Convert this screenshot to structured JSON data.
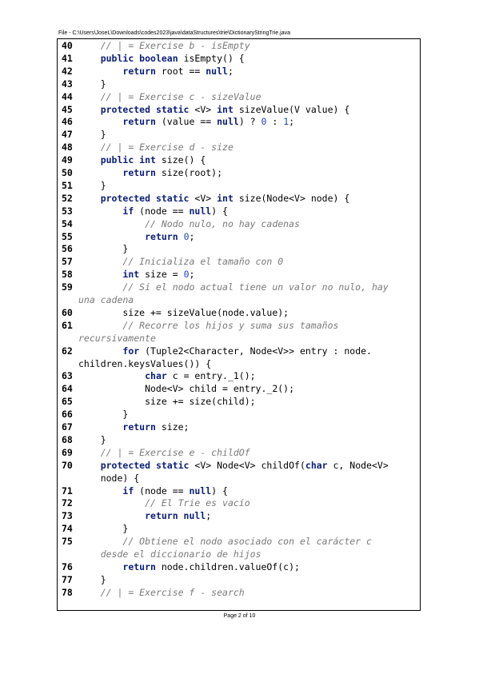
{
  "header": {
    "file_path": "File - C:\\Users\\JoseL\\Downloads\\codes2023\\java\\dataStructures\\trie\\DictionaryStringTrie.java"
  },
  "footer": {
    "page": "Page 2 of 10"
  },
  "colors": {
    "keyword": "#0b1e7a",
    "comment": "#7a7a7a",
    "number": "#1f44c4",
    "text": "#000000"
  },
  "lines": [
    {
      "num": "40",
      "segs": [
        [
          "    ",
          ""
        ],
        [
          "// | = Exercise b - isEmpty",
          "cm"
        ]
      ]
    },
    {
      "num": "41",
      "segs": [
        [
          "    ",
          ""
        ],
        [
          "public boolean",
          "kw"
        ],
        [
          " isEmpty() {",
          ""
        ]
      ]
    },
    {
      "num": "42",
      "segs": [
        [
          "        ",
          ""
        ],
        [
          "return",
          "kw"
        ],
        [
          " root == ",
          ""
        ],
        [
          "null",
          "kw"
        ],
        [
          ";",
          ""
        ]
      ]
    },
    {
      "num": "43",
      "segs": [
        [
          "    }",
          ""
        ]
      ]
    },
    {
      "num": "44",
      "segs": [
        [
          "    ",
          ""
        ],
        [
          "// | = Exercise c - sizeValue",
          "cm"
        ]
      ]
    },
    {
      "num": "45",
      "segs": [
        [
          "    ",
          ""
        ],
        [
          "protected static",
          "kw"
        ],
        [
          " <V> ",
          ""
        ],
        [
          "int",
          "kw"
        ],
        [
          " sizeValue(V value) {",
          ""
        ]
      ]
    },
    {
      "num": "46",
      "segs": [
        [
          "        ",
          ""
        ],
        [
          "return",
          "kw"
        ],
        [
          " (value == ",
          ""
        ],
        [
          "null",
          "kw"
        ],
        [
          ") ? ",
          ""
        ],
        [
          "0",
          "nm"
        ],
        [
          " : ",
          ""
        ],
        [
          "1",
          "nm"
        ],
        [
          ";",
          ""
        ]
      ]
    },
    {
      "num": "47",
      "segs": [
        [
          "    }",
          ""
        ]
      ]
    },
    {
      "num": "48",
      "segs": [
        [
          "    ",
          ""
        ],
        [
          "// | = Exercise d - size",
          "cm"
        ]
      ]
    },
    {
      "num": "49",
      "segs": [
        [
          "    ",
          ""
        ],
        [
          "public int",
          "kw"
        ],
        [
          " size() {",
          ""
        ]
      ]
    },
    {
      "num": "50",
      "segs": [
        [
          "        ",
          ""
        ],
        [
          "return",
          "kw"
        ],
        [
          " size(root);",
          ""
        ]
      ]
    },
    {
      "num": "51",
      "segs": [
        [
          "    }",
          ""
        ]
      ]
    },
    {
      "num": "52",
      "segs": [
        [
          "    ",
          ""
        ],
        [
          "protected static",
          "kw"
        ],
        [
          " <V> ",
          ""
        ],
        [
          "int",
          "kw"
        ],
        [
          " size(Node<V> node) {",
          ""
        ]
      ]
    },
    {
      "num": "53",
      "segs": [
        [
          "        ",
          ""
        ],
        [
          "if",
          "kw"
        ],
        [
          " (node == ",
          ""
        ],
        [
          "null",
          "kw"
        ],
        [
          ") {",
          ""
        ]
      ]
    },
    {
      "num": "54",
      "segs": [
        [
          "            ",
          ""
        ],
        [
          "// Nodo nulo, no hay cadenas",
          "cm"
        ]
      ]
    },
    {
      "num": "55",
      "segs": [
        [
          "            ",
          ""
        ],
        [
          "return",
          "kw"
        ],
        [
          " ",
          ""
        ],
        [
          "0",
          "nm"
        ],
        [
          ";",
          ""
        ]
      ]
    },
    {
      "num": "56",
      "segs": [
        [
          "        }",
          ""
        ]
      ]
    },
    {
      "num": "57",
      "segs": [
        [
          "        ",
          ""
        ],
        [
          "// Inicializa el tamaño con 0",
          "cm"
        ]
      ]
    },
    {
      "num": "58",
      "segs": [
        [
          "        ",
          ""
        ],
        [
          "int",
          "kw"
        ],
        [
          " size = ",
          ""
        ],
        [
          "0",
          "nm"
        ],
        [
          ";",
          ""
        ]
      ]
    },
    {
      "num": "59",
      "segs": [
        [
          "        ",
          ""
        ],
        [
          "// Si el nodo actual tiene un valor no nulo, hay",
          "cm"
        ]
      ]
    },
    {
      "num": "",
      "segs": [
        [
          "una cadena",
          "cm"
        ]
      ]
    },
    {
      "num": "60",
      "segs": [
        [
          "        size += sizeValue(node.value);",
          ""
        ]
      ]
    },
    {
      "num": "61",
      "segs": [
        [
          "        ",
          ""
        ],
        [
          "// Recorre los hijos y suma sus tamaños",
          "cm"
        ]
      ]
    },
    {
      "num": "",
      "segs": [
        [
          "recursivamente",
          "cm"
        ]
      ]
    },
    {
      "num": "62",
      "segs": [
        [
          "        ",
          ""
        ],
        [
          "for",
          "kw"
        ],
        [
          " (Tuple2<Character, Node<V>> entry : node.",
          ""
        ]
      ]
    },
    {
      "num": "",
      "segs": [
        [
          "children.keysValues()) {",
          ""
        ]
      ]
    },
    {
      "num": "63",
      "segs": [
        [
          "            ",
          ""
        ],
        [
          "char",
          "kw"
        ],
        [
          " c = entry._1();",
          ""
        ]
      ]
    },
    {
      "num": "64",
      "segs": [
        [
          "            Node<V> child = entry._2();",
          ""
        ]
      ]
    },
    {
      "num": "65",
      "segs": [
        [
          "            size += size(child);",
          ""
        ]
      ]
    },
    {
      "num": "66",
      "segs": [
        [
          "        }",
          ""
        ]
      ]
    },
    {
      "num": "67",
      "segs": [
        [
          "        ",
          ""
        ],
        [
          "return",
          "kw"
        ],
        [
          " size;",
          ""
        ]
      ]
    },
    {
      "num": "68",
      "segs": [
        [
          "    }",
          ""
        ]
      ]
    },
    {
      "num": "69",
      "segs": [
        [
          "    ",
          ""
        ],
        [
          "// | = Exercise e - childOf",
          "cm"
        ]
      ]
    },
    {
      "num": "70",
      "segs": [
        [
          "    ",
          ""
        ],
        [
          "protected static",
          "kw"
        ],
        [
          " <V> Node<V> childOf(",
          ""
        ],
        [
          "char",
          "kw"
        ],
        [
          " c, Node<V>",
          ""
        ]
      ]
    },
    {
      "num": "",
      "segs": [
        [
          "    node) {",
          ""
        ]
      ]
    },
    {
      "num": "71",
      "segs": [
        [
          "        ",
          ""
        ],
        [
          "if",
          "kw"
        ],
        [
          " (node == ",
          ""
        ],
        [
          "null",
          "kw"
        ],
        [
          ") {",
          ""
        ]
      ]
    },
    {
      "num": "72",
      "segs": [
        [
          "            ",
          ""
        ],
        [
          "// El Trie es vacío",
          "cm"
        ]
      ]
    },
    {
      "num": "73",
      "segs": [
        [
          "            ",
          ""
        ],
        [
          "return null",
          "kw"
        ],
        [
          ";",
          ""
        ]
      ]
    },
    {
      "num": "74",
      "segs": [
        [
          "        }",
          ""
        ]
      ]
    },
    {
      "num": "75",
      "segs": [
        [
          "        ",
          ""
        ],
        [
          "// Obtiene el nodo asociado con el carácter c",
          "cm"
        ]
      ]
    },
    {
      "num": "",
      "segs": [
        [
          "    ",
          ""
        ],
        [
          "desde el diccionario de hijos",
          "cm"
        ]
      ]
    },
    {
      "num": "76",
      "segs": [
        [
          "        ",
          ""
        ],
        [
          "return",
          "kw"
        ],
        [
          " node.children.valueOf(c);",
          ""
        ]
      ]
    },
    {
      "num": "77",
      "segs": [
        [
          "    }",
          ""
        ]
      ]
    },
    {
      "num": "78",
      "segs": [
        [
          "    ",
          ""
        ],
        [
          "// | = Exercise f - search",
          "cm"
        ]
      ]
    }
  ]
}
